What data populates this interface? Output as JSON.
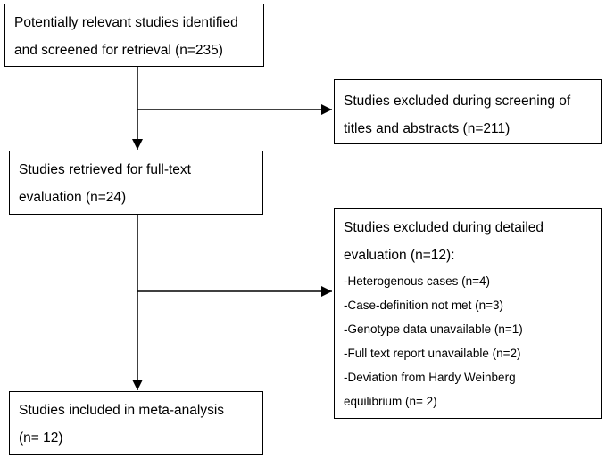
{
  "boxes": {
    "identified": {
      "lines": [
        "Potentially relevant studies identified",
        "and screened for retrieval (n=235)"
      ]
    },
    "excluded_screening": {
      "lines": [
        "Studies excluded during screening of",
        "titles and abstracts (n=211)"
      ]
    },
    "retrieved": {
      "lines": [
        "Studies retrieved for full-text",
        "evaluation (n=24)"
      ]
    },
    "excluded_detailed": {
      "lines": [
        "Studies excluded during detailed",
        "evaluation (n=12):"
      ],
      "reasons": [
        "-Heterogenous cases (n=4)",
        "-Case-definition not met (n=3)",
        "-Genotype data unavailable (n=1)",
        "-Full text  report unavailable (n=2)",
        "-Deviation from Hardy Weinberg",
        "equilibrium (n= 2)"
      ]
    },
    "included": {
      "lines": [
        "Studies included in meta-analysis",
        "(n= 12)"
      ]
    }
  }
}
